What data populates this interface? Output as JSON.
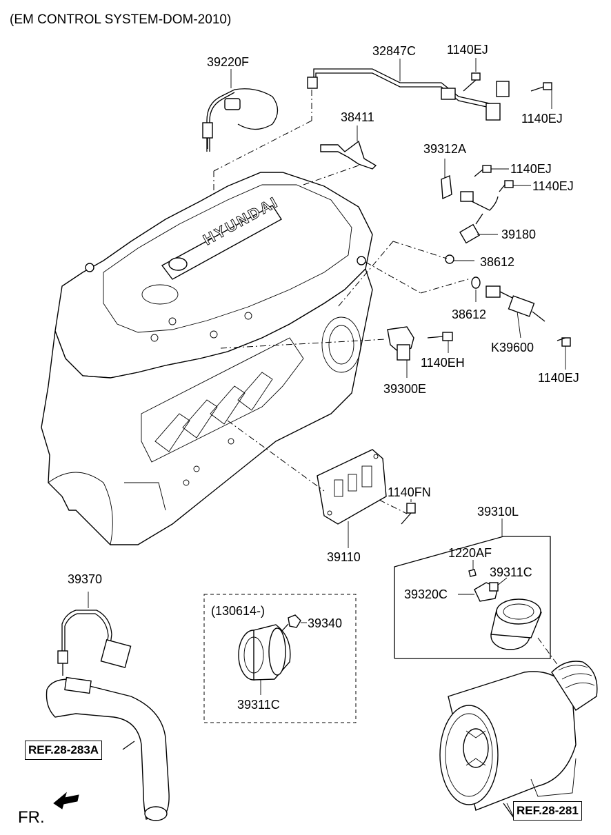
{
  "title": "(EM CONTROL SYSTEM-DOM-2010)",
  "brand_text": "HYUNDAI",
  "labels": {
    "p39220F": "39220F",
    "p32847C": "32847C",
    "p1140EJ_a": "1140EJ",
    "p1140EJ_b": "1140EJ",
    "p38411": "38411",
    "p39312A": "39312A",
    "p1140EJ_c": "1140EJ",
    "p1140EJ_d": "1140EJ",
    "p39180": "39180",
    "p38612_a": "38612",
    "p38612_b": "38612",
    "pK39600": "K39600",
    "p1140EH": "1140EH",
    "p1140EJ_e": "1140EJ",
    "p39300E": "39300E",
    "p1140FN": "1140FN",
    "p39110": "39110",
    "p39310L": "39310L",
    "p1220AF": "1220AF",
    "p39311C_a": "39311C",
    "p39320C": "39320C",
    "p39370": "39370",
    "p130614": "(130614-)",
    "p39340": "39340",
    "p39311C_b": "39311C"
  },
  "refs": {
    "ref_a": "REF.28-283A",
    "ref_b": "REF.28-281"
  },
  "direction_label": "FR."
}
